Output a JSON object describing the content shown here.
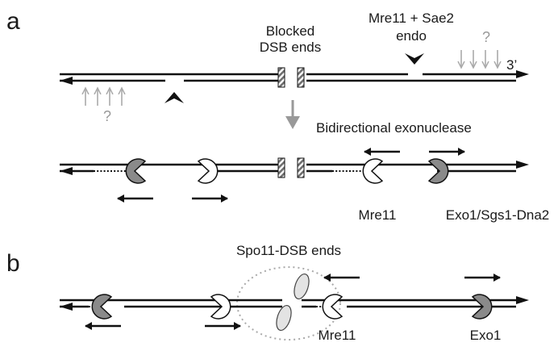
{
  "panel_a": {
    "letter": "a",
    "blocked_line1": "Blocked",
    "blocked_line2": "DSB ends",
    "endo_line1": "Mre11 + Sae2",
    "endo_line2": "endo",
    "question_left": "?",
    "question_right": "?",
    "three_prime": "3’",
    "bidirectional": "Bidirectional exonuclease",
    "mre11": "Mre11",
    "exo1_sgs1": "Exo1/Sgs1-Dna2"
  },
  "panel_b": {
    "letter": "b",
    "spo11": "Spo11-DSB ends",
    "mre11": "Mre11",
    "exo1": "Exo1"
  },
  "colors": {
    "dark_nuclease": "#8a8a8a",
    "light_nuclease": "#ffffff",
    "hatched_block": "#6e6e6e",
    "question_arrows": "#aaaaaa",
    "spo11_protein": "#e3e3e3"
  }
}
